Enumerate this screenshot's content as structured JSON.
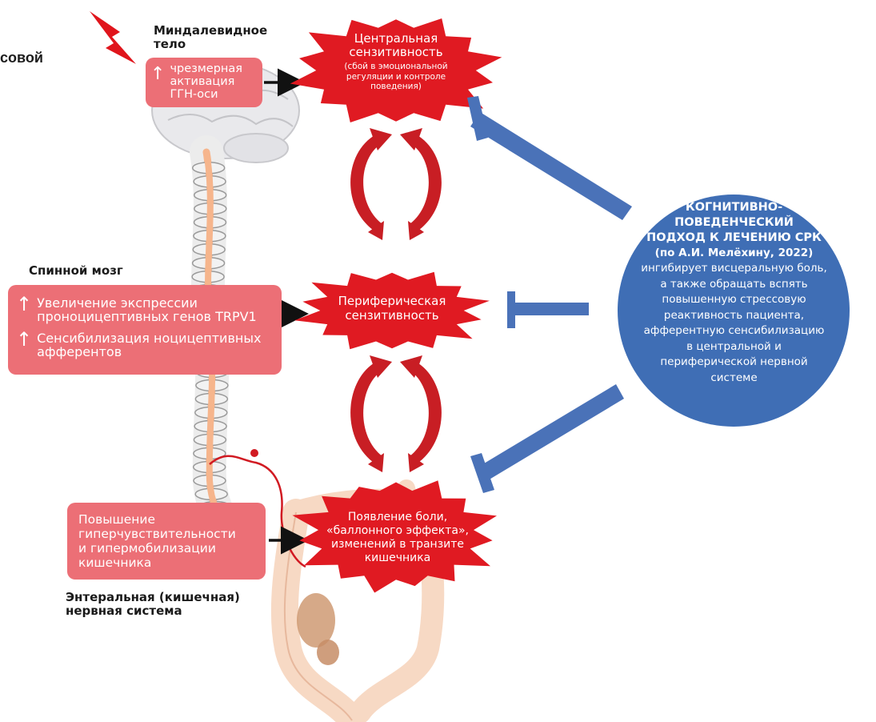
{
  "fragment_text": "совой",
  "labels": {
    "amygdala": "Миндалевидное тело",
    "spinal_cord": "Спинной мозг",
    "enteric": "Энтеральная (кишечная) нервная система"
  },
  "boxes": {
    "amygdala_box": {
      "arrow": "↑",
      "lines": [
        "чрезмерная",
        "активация",
        "ГГН-оси"
      ]
    },
    "spinal_box": {
      "items": [
        {
          "arrow": "↑",
          "lines": [
            "Увеличение экспрессии",
            "проноцицептивных генов TRPV1"
          ]
        },
        {
          "arrow": "↑",
          "lines": [
            "Сенсибилизация ноцицептивных",
            "афферентов"
          ]
        }
      ]
    },
    "gut_box": {
      "lines": [
        "Повышение",
        "гиперчувствительности",
        "и гипермобилизации",
        "кишечника"
      ]
    }
  },
  "stars": {
    "central": {
      "title_lines": [
        "Центральная",
        "сензитивность"
      ],
      "sub_lines": [
        "(сбой в эмоциональной",
        "регуляции и контроле",
        "поведения)"
      ]
    },
    "peripheral": {
      "title_lines": [
        "Периферическая",
        "сензитивность"
      ]
    },
    "pain": {
      "title_lines": [
        "Появление боли,",
        "«баллонного эффекта»,",
        "изменений в транзите",
        "кишечника"
      ]
    }
  },
  "circle": {
    "title_lines": [
      "КОГНИТИВНО-",
      "ПОВЕДЕНЧЕСКИЙ",
      "ПОДХОД К ЛЕЧЕНИЮ СРК",
      "(по А.И. Мелёхину, 2022)"
    ],
    "body_lines": [
      "ингибирует висцеральную боль,",
      "а также обращать вспять",
      "повышенную стрессовую",
      "реактивность пациента,",
      "афферентную сенсибилизацию",
      "в центральной и",
      "периферической нервной",
      "системе"
    ]
  },
  "colors": {
    "star_red": "#e01a22",
    "box_pink": "#ec6f76",
    "circle_blue": "#3f6eb5",
    "inhibitor_blue": "#4a72b8",
    "cycle_red": "#c81e24",
    "spine_bone": "#f4f4f4",
    "spinal_cord": "#f6b58c",
    "brain": "#e9e9ec",
    "intestine": "#f7d9c4"
  }
}
